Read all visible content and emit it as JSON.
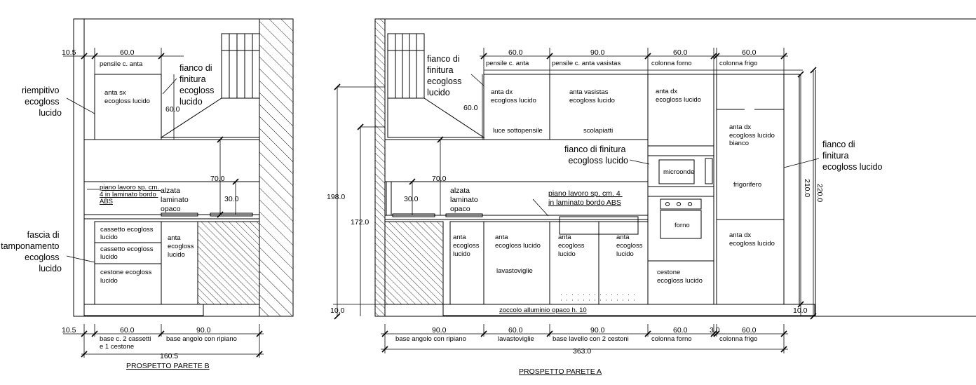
{
  "wall_b": {
    "title": "PROSPETTO PARETE  B",
    "top_dims": {
      "d1": "10.5",
      "d2": "60.0",
      "pensile": "pensile c. anta"
    },
    "notes": {
      "riempitivo": [
        "riempitivo",
        "ecogloss",
        "lucido"
      ],
      "fianco": [
        "fianco di",
        "finitura",
        "ecogloss",
        "lucido"
      ],
      "fascia": [
        "fascia di",
        "tamponamento",
        "ecogloss",
        "lucido"
      ]
    },
    "cabinet": [
      "anta sx",
      "ecogloss lucido"
    ],
    "h60": "60.0",
    "h70": "70.0",
    "h30": "30.0",
    "piano": [
      "piano lavoro sp. cm.",
      "4 in laminato bordo",
      "ABS"
    ],
    "alzata": [
      "alzata",
      "laminato",
      "opaco"
    ],
    "base_left": [
      [
        "cassetto ecogloss",
        "lucido"
      ],
      [
        "cassetto ecogloss",
        "lucido"
      ],
      [
        "cestone ecogloss",
        "lucido"
      ]
    ],
    "base_right": [
      "anta",
      "ecogloss",
      "lucido"
    ],
    "bottom_dims": {
      "d1": "10.5",
      "d2": "60.0",
      "d3": "90.0",
      "total": "160.5"
    },
    "bottom_labels": {
      "l1": [
        "base c. 2 cassetti",
        "e 1 cestone"
      ],
      "l2": "base angolo con ripiano"
    }
  },
  "wall_a": {
    "title": "PROSPETTO PARETE   A",
    "top_dims": [
      "60.0",
      "90.0",
      "60.0",
      "60.0"
    ],
    "top_labels": [
      "pensile c. anta",
      "pensile c. anta vasistas",
      "colonna forno",
      "colonna frigo"
    ],
    "fianco_top": [
      "fianco di",
      "finitura",
      "ecogloss",
      "lucido"
    ],
    "h60": "60.0",
    "wall_cabs": {
      "c1": [
        "anta dx",
        "ecogloss lucido"
      ],
      "c1_bottom": "luce sottopensile",
      "c2": [
        "anta vasistas",
        "ecogloss lucido"
      ],
      "c2_bottom": "scolapiatti",
      "c3": [
        "anta dx",
        "ecogloss lucido"
      ]
    },
    "fianco_mid": [
      "fianco di finitura",
      "ecogloss lucido"
    ],
    "fianco_right": [
      "fianco di",
      "finitura",
      "ecogloss lucido"
    ],
    "fridge": {
      "top": [
        "anta dx",
        "ecogloss lucido",
        "bianco"
      ],
      "name": "frigorifero",
      "bottom": [
        "anta dx",
        "ecogloss lucido"
      ]
    },
    "microonde": "microonde",
    "forno": "forno",
    "cestone": [
      "cestone",
      "ecogloss lucido"
    ],
    "h70": "70.0",
    "h30": "30.0",
    "alzata": [
      "alzata",
      "laminato",
      "opaco"
    ],
    "piano": [
      "piano lavoro sp. cm. 4",
      "in laminato bordo ABS"
    ],
    "base": {
      "b1": [
        "anta",
        "ecogloss",
        "lucido"
      ],
      "b2": [
        "anta",
        "ecogloss lucido"
      ],
      "b2_note": "lavastoviglie",
      "b3": [
        "anta",
        "ecogloss",
        "lucido"
      ],
      "b4": [
        "anta",
        "ecogloss",
        "lucido"
      ]
    },
    "zoccolo": "zoccolo alluminio opaco h. 10",
    "left_dims": {
      "h198": "198.0",
      "h172": "172.0",
      "h10": "10.0"
    },
    "right_dims": {
      "h210": "210.0",
      "h220": "220.0",
      "h10": "10.0"
    },
    "bottom_dims": [
      "90.0",
      "60.0",
      "90.0",
      "60.0",
      "3.0",
      "60.0"
    ],
    "bottom_labels": [
      "base angolo con ripiano",
      "lavastoviglie",
      "base lavello con 2 cestoni",
      "colonna forno",
      "colonna frigo"
    ],
    "total": "363.0"
  }
}
